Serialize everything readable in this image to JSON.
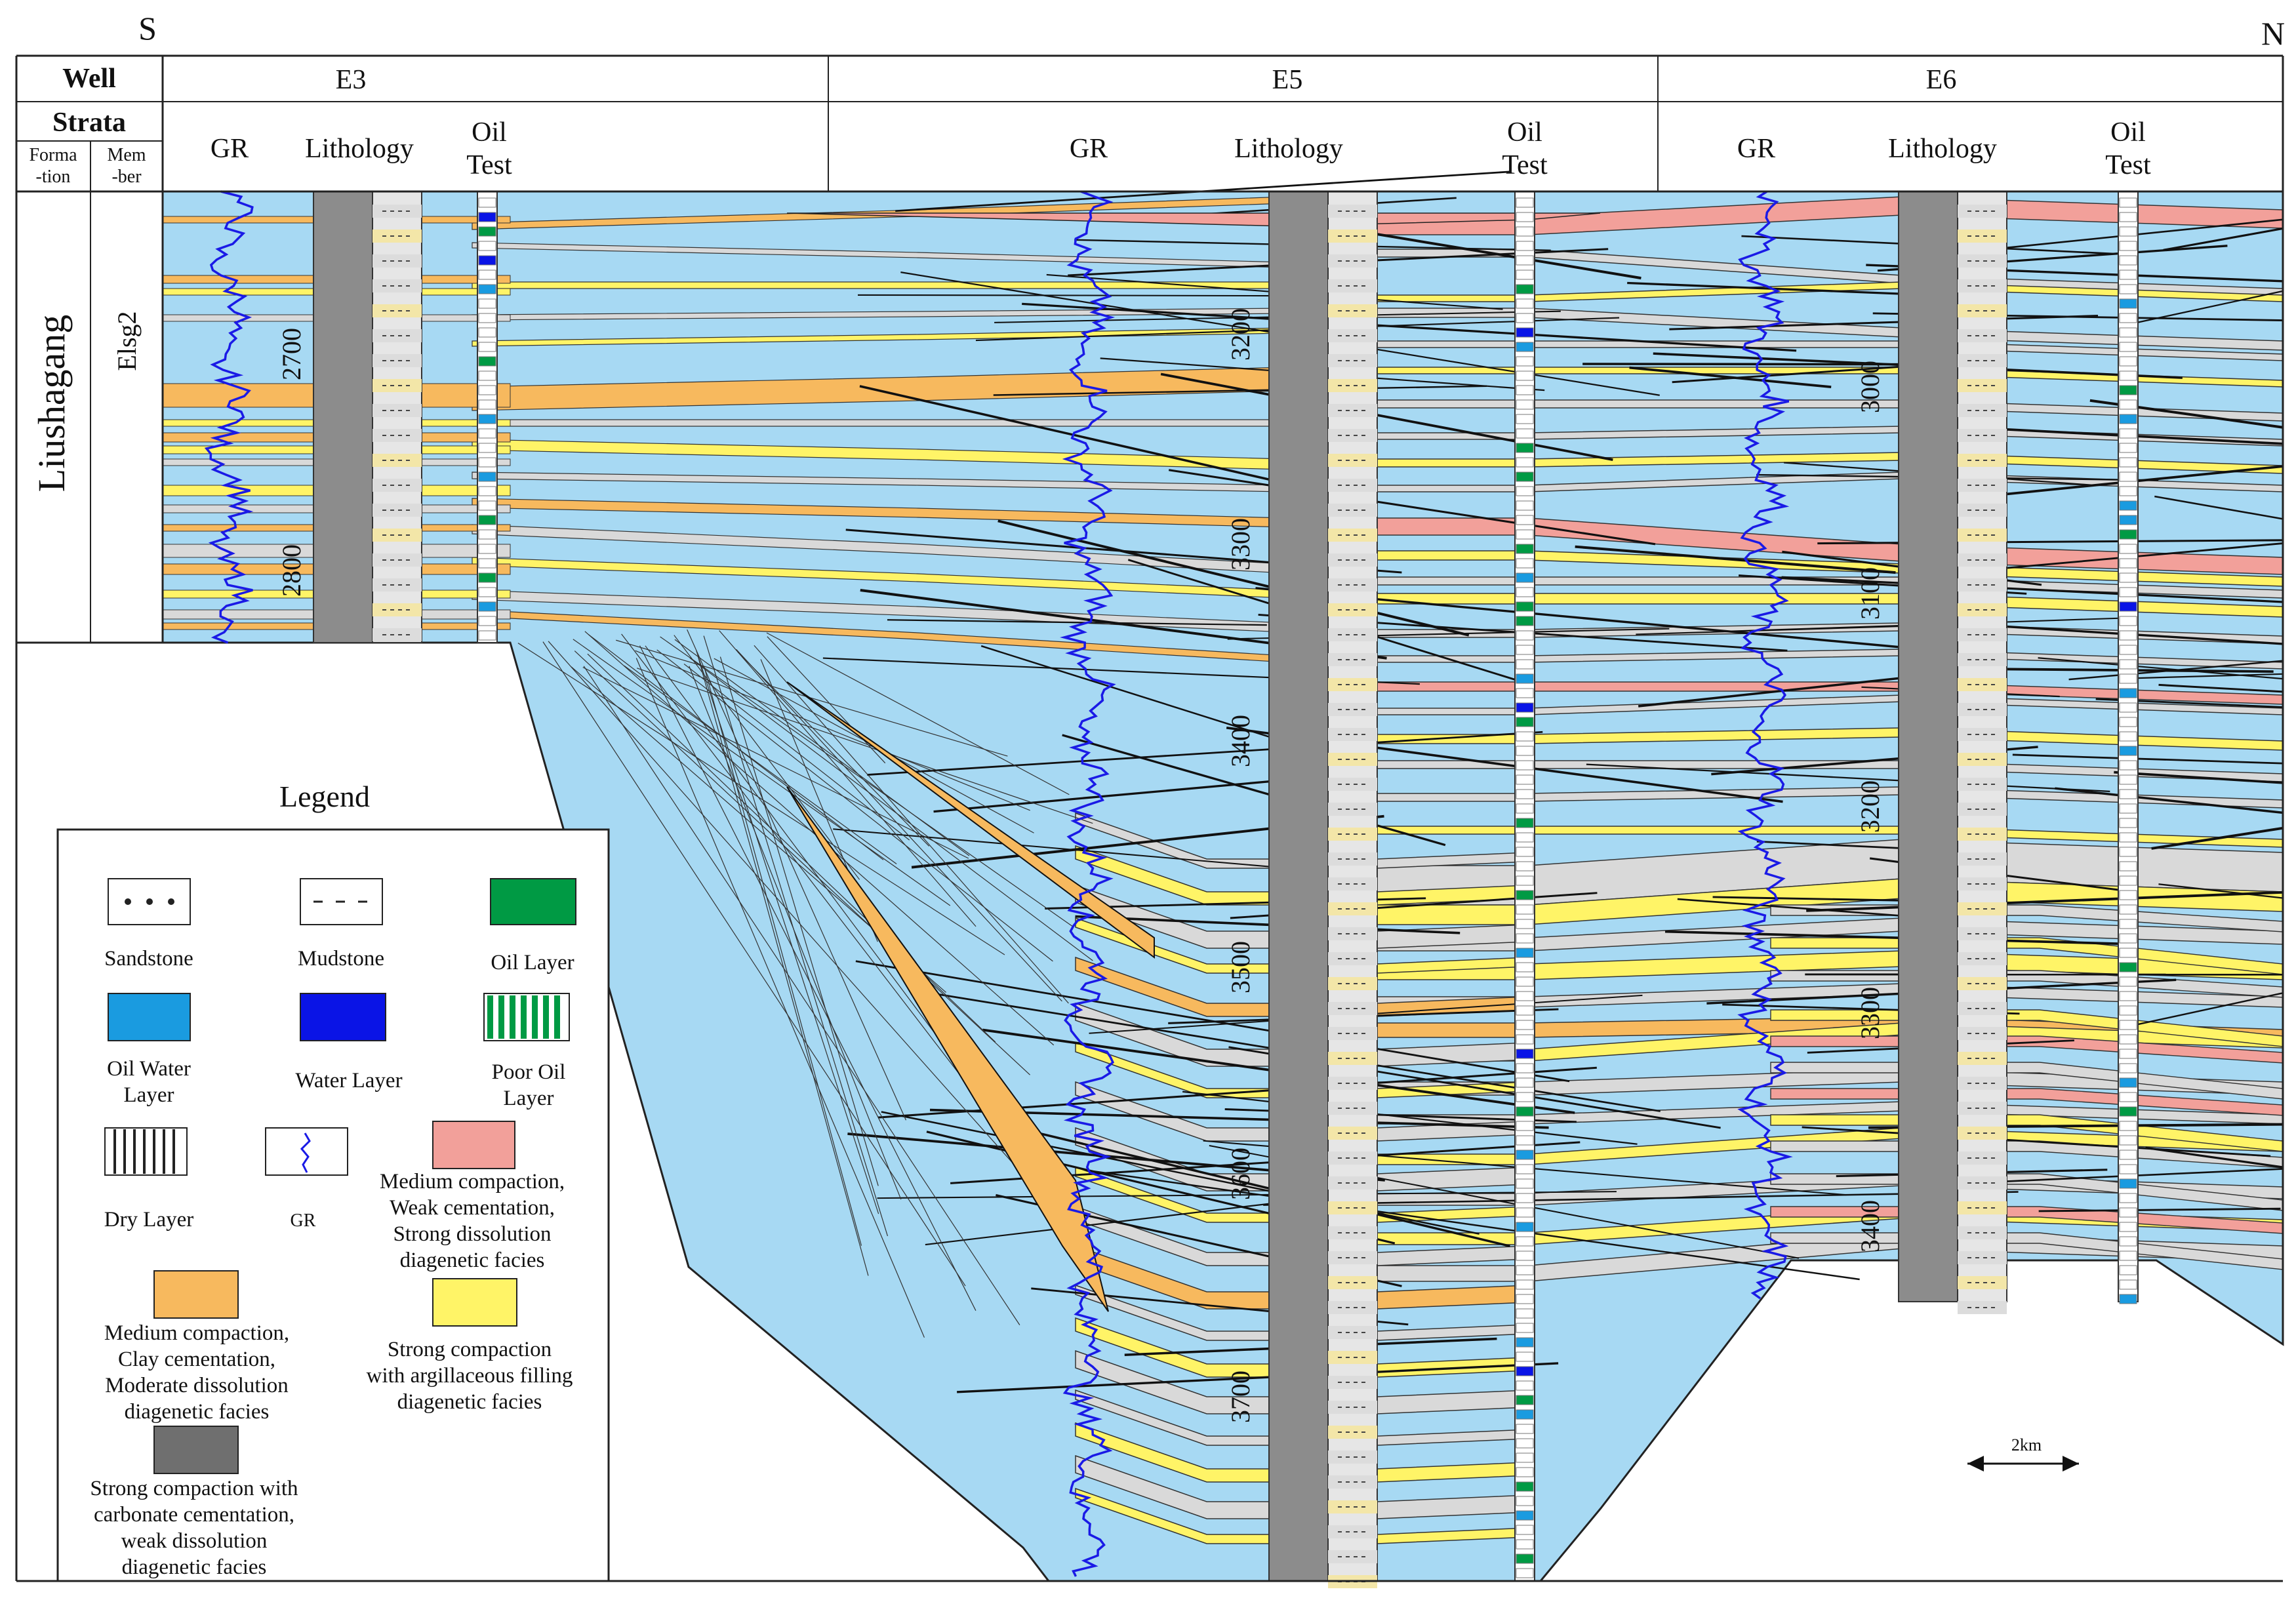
{
  "direction": {
    "left": "S",
    "right": "N"
  },
  "header": {
    "well_label": "Well",
    "strata_label": "Strata",
    "formation_label_line1": "Forma",
    "formation_label_line2": "-tion",
    "member_label_line1": "Mem",
    "member_label_line2": "-ber"
  },
  "wells": [
    {
      "name": "E3",
      "gr": "GR",
      "lithology": "Lithology",
      "oil_test_line1": "Oil",
      "oil_test_line2": "Test",
      "depths": [
        "2700",
        "2800"
      ]
    },
    {
      "name": "E5",
      "gr": "GR",
      "lithology": "Lithology",
      "oil_test_line1": "Oil",
      "oil_test_line2": "Test",
      "depths": [
        "3200",
        "3300",
        "3400",
        "3500",
        "3600",
        "3700"
      ]
    },
    {
      "name": "E6",
      "gr": "GR",
      "lithology": "Lithology",
      "oil_test_line1": "Oil",
      "oil_test_line2": "Test",
      "depths": [
        "3000",
        "3100",
        "3200",
        "3300",
        "3400"
      ]
    }
  ],
  "strata": {
    "formation": "Liushagang",
    "member": "Elsg2"
  },
  "scale_bar": "2km",
  "legend": {
    "title": "Legend",
    "items": [
      {
        "label": [
          "Sandstone"
        ],
        "icon": "sandstone-pattern"
      },
      {
        "label": [
          "Mudstone"
        ],
        "icon": "mudstone-pattern"
      },
      {
        "label": [
          "Oil Layer"
        ],
        "icon": "oil-layer-swatch",
        "color": "#009a44"
      },
      {
        "label": [
          "Oil Water",
          "Layer"
        ],
        "icon": "oil-water-swatch",
        "color": "#1a9be0"
      },
      {
        "label": [
          "Water Layer"
        ],
        "icon": "water-layer-swatch",
        "color": "#0a14e6"
      },
      {
        "label": [
          "Poor Oil",
          "Layer"
        ],
        "icon": "poor-oil-pattern",
        "color": "#009a44"
      },
      {
        "label": [
          "Dry Layer"
        ],
        "icon": "dry-layer-pattern"
      },
      {
        "label": [
          "GR"
        ],
        "icon": "gr-curve-icon",
        "color": "#1a1ae6"
      },
      {
        "label": [
          "Medium compaction,",
          "Weak cementation,",
          "Strong dissolution",
          "diagenetic facies"
        ],
        "icon": "pink-facies-swatch",
        "color": "#f2a09a"
      },
      {
        "label": [
          "Medium compaction,",
          "Clay cementation,",
          "Moderate dissolution",
          "diagenetic facies"
        ],
        "icon": "orange-facies-swatch",
        "color": "#f7b95e"
      },
      {
        "label": [
          "Strong compaction",
          "with argillaceous filling",
          "diagenetic facies"
        ],
        "icon": "yellow-facies-swatch",
        "color": "#fff467"
      },
      {
        "label": [
          "Strong compaction with",
          "carbonate cementation,",
          "weak dissolution",
          "diagenetic facies"
        ],
        "icon": "gray-facies-swatch",
        "color": "#6f6f6f"
      }
    ]
  },
  "colors": {
    "background_blue": "#a7d9f3",
    "light_gray_facies": "#d9d9d9",
    "gr_curve": "#1a1ae6"
  }
}
